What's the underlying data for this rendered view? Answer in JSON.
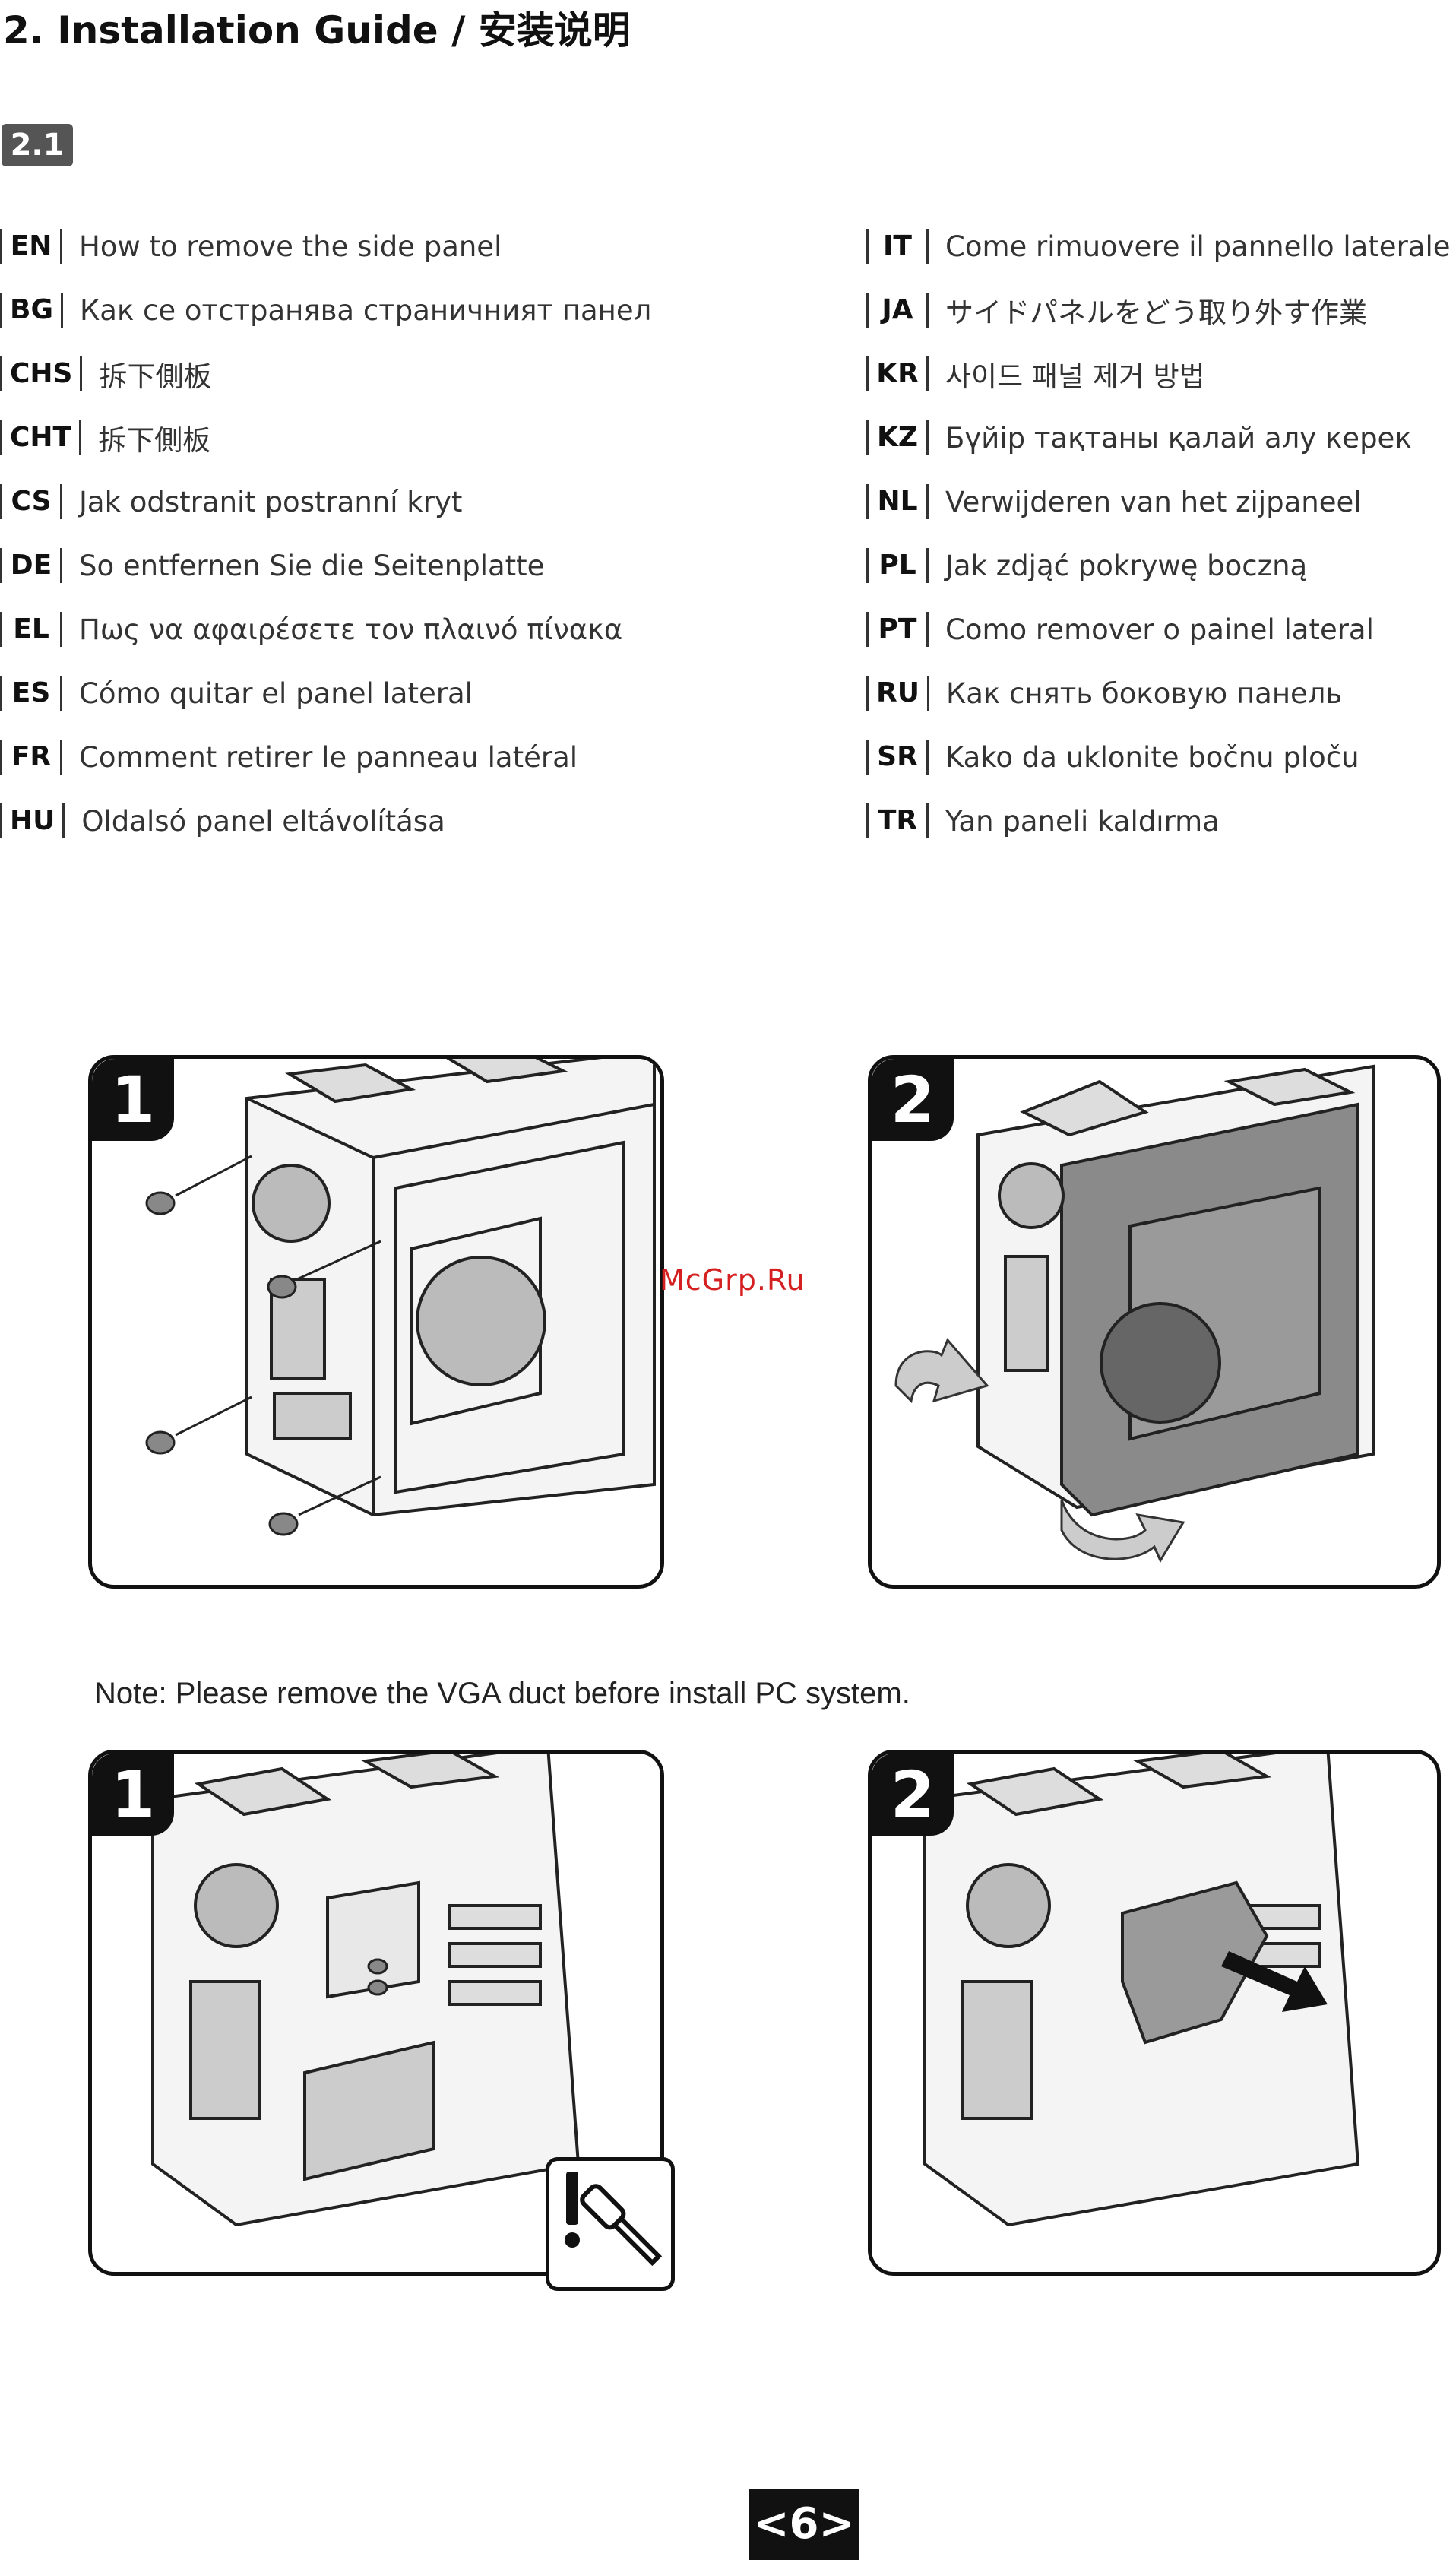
{
  "header": {
    "title": "2. Installation Guide / 安装说明",
    "section": "2.1"
  },
  "languages": {
    "left": [
      {
        "code": "EN",
        "text": "How to remove the side panel"
      },
      {
        "code": "BG",
        "text": "Как се отстранява страничният панел"
      },
      {
        "code": "CHS",
        "text": "拆下側板"
      },
      {
        "code": "CHT",
        "text": "拆下側板"
      },
      {
        "code": "CS",
        "text": "Jak odstranit postranní kryt"
      },
      {
        "code": "DE",
        "text": "So entfernen Sie die Seitenplatte"
      },
      {
        "code": "EL",
        "text": "Πως να αφαιρέσετε τον πλαινό πίνακα"
      },
      {
        "code": "ES",
        "text": "Cómo quitar el panel lateral"
      },
      {
        "code": "FR",
        "text": "Comment retirer le panneau latéral"
      },
      {
        "code": "HU",
        "text": "Oldalsó panel eltávolítása"
      }
    ],
    "right": [
      {
        "code": "IT",
        "text": "Come rimuovere il pannello laterale"
      },
      {
        "code": "JA",
        "text": "サイドパネルをどう取り外す作業"
      },
      {
        "code": "KR",
        "text": "사이드 패널 제거 방법"
      },
      {
        "code": "KZ",
        "text": "Бүйір тақтаны қалай алу керек"
      },
      {
        "code": "NL",
        "text": "Verwijderen van het zijpaneel"
      },
      {
        "code": "PL",
        "text": "Jak zdjąć pokrywę boczną"
      },
      {
        "code": "PT",
        "text": "Como remover o painel lateral"
      },
      {
        "code": "RU",
        "text": "Как снять боковую панель"
      },
      {
        "code": "SR",
        "text": "Kako da uklonite bočnu ploču"
      },
      {
        "code": "TR",
        "text": "Yan paneli kaldırma"
      }
    ]
  },
  "figures": {
    "top": {
      "step1": "1",
      "step2": "2"
    },
    "bottom": {
      "step1": "1",
      "step2": "2"
    }
  },
  "note": "Note: Please remove the VGA duct before install PC system.",
  "watermark": "McGrp.Ru",
  "page_number": "<6>",
  "icons": {
    "warning": "exclamation-screwdriver-icon",
    "arrows": "curved-arrow-icon"
  },
  "colors": {
    "panel_border": "#111111",
    "badge_bg": "#111111",
    "section_badge_bg": "#555555",
    "watermark": "#d42020",
    "panel_fill": "#8a8a8a"
  }
}
